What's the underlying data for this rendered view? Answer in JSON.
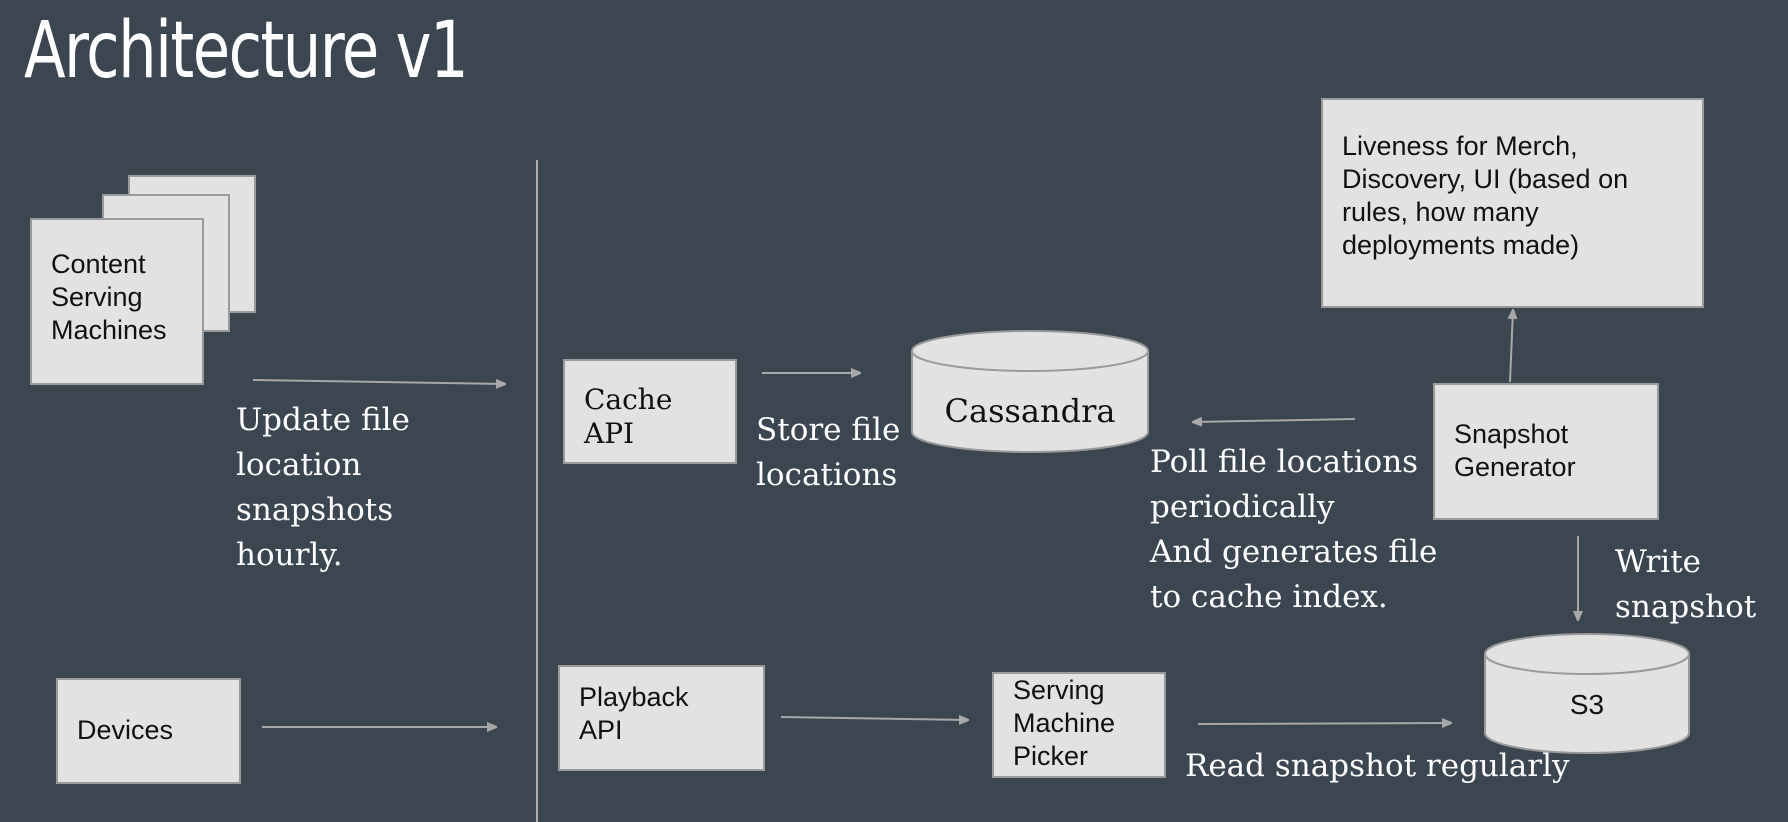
{
  "title": "Architecture v1",
  "boxes": {
    "content_serving": "Content\nServing\nMachines",
    "cache_api": "Cache\nAPI",
    "liveness": "Liveness for Merch,\nDiscovery, UI (based on\nrules, how many\ndeployments made)",
    "snapshot_generator": "Snapshot\nGenerator",
    "devices": "Devices",
    "playback_api": "Playback\nAPI",
    "serving_picker": "Serving\nMachine\nPicker"
  },
  "stores": {
    "cassandra": "Cassandra",
    "s3": "S3"
  },
  "labels": {
    "update_file": "Update file\nlocation\nsnapshots\nhourly.",
    "store_file": "Store file\nlocations",
    "poll_file": "Poll file locations\nperiodically\nAnd generates file\nto cache index.",
    "write_snapshot": "Write\nsnapshot",
    "read_snapshot": "Read snapshot regularly"
  },
  "colors": {
    "background": "#3b4650",
    "box_fill": "#e2e2e2",
    "box_border": "#9a9a9a",
    "arrow": "#b0b0b0",
    "text_light": "#ffffff"
  }
}
